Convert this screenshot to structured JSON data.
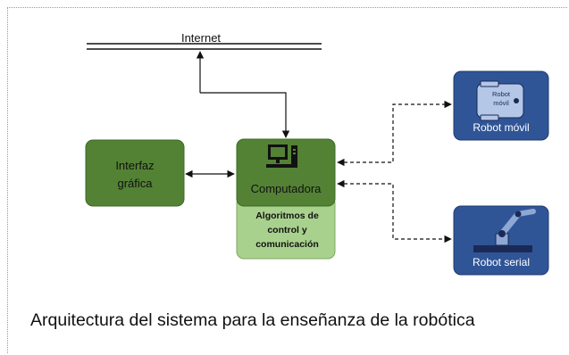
{
  "diagram": {
    "internet_label": "Internet",
    "interfaz_label": "Interfaz gráfica",
    "computadora_label": "Computadora",
    "algoritmos_label": "Algoritmos de control y comunicación",
    "robot_movil_label": "Robot móvil",
    "robot_movil_tag": "Robot móvil",
    "robot_serial_label": "Robot serial",
    "caption": "Arquitectura del sistema para la enseñanza de la robótica"
  },
  "colors": {
    "dark_green": "#548235",
    "light_green": "#a9d18e",
    "robot_blue": "#2f5597",
    "robot_tag_bg": "#b4c7e7"
  },
  "connections": [
    {
      "from": "internet_label",
      "to": "computadora_label",
      "style": "solid",
      "direction": "bidirectional"
    },
    {
      "from": "interfaz_label",
      "to": "computadora_label",
      "style": "solid",
      "direction": "bidirectional"
    },
    {
      "from": "computadora_label",
      "to": "robot_movil_label",
      "style": "dashed",
      "direction": "bidirectional"
    },
    {
      "from": "computadora_label",
      "to": "robot_serial_label",
      "style": "dashed",
      "direction": "bidirectional"
    }
  ]
}
